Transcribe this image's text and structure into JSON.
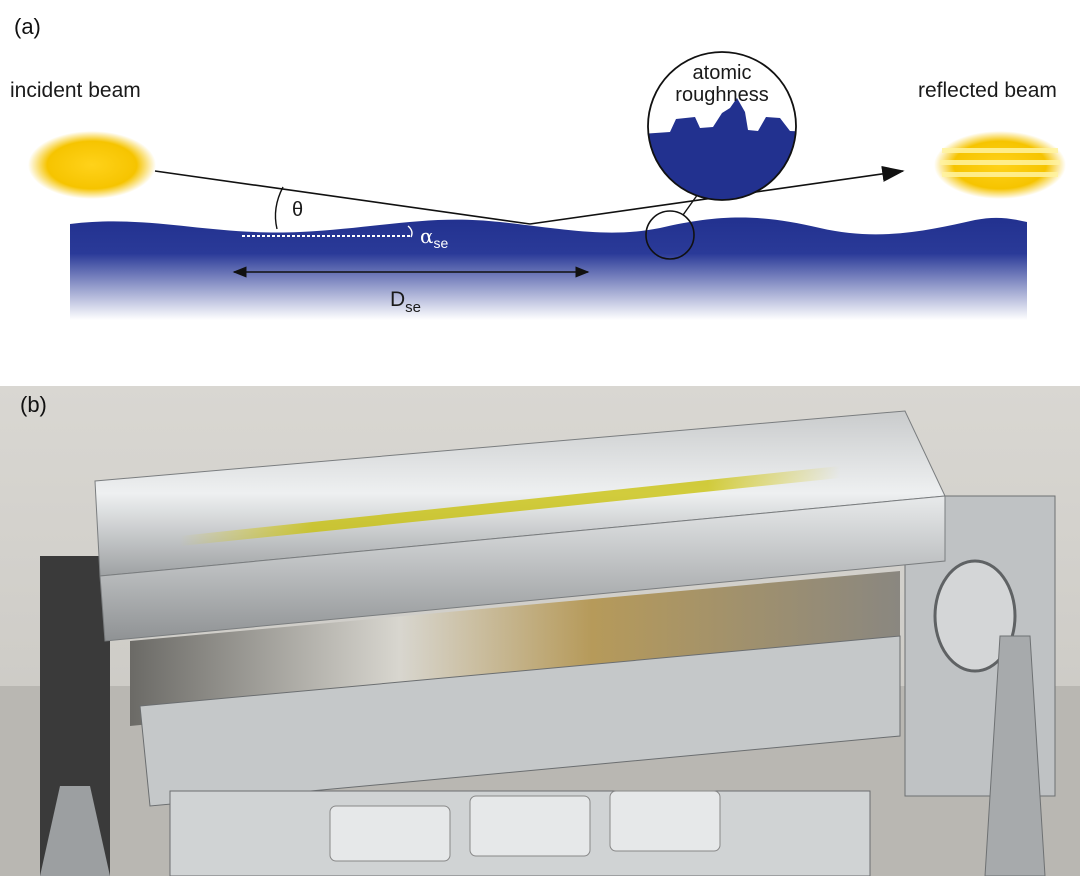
{
  "panel_a": {
    "label": "(a)",
    "incident_beam_label": "incident beam",
    "reflected_beam_label": "reflected beam",
    "roughness_label_line1": "atomic",
    "roughness_label_line2": "roughness",
    "theta_symbol": "θ",
    "alpha_symbol": "α",
    "alpha_subscript": "se",
    "d_symbol": "D",
    "d_subscript": "se"
  },
  "panel_b": {
    "label": "(b)"
  },
  "colors": {
    "beam": "#f6c400",
    "surface": "#22318f",
    "line": "#111111"
  }
}
